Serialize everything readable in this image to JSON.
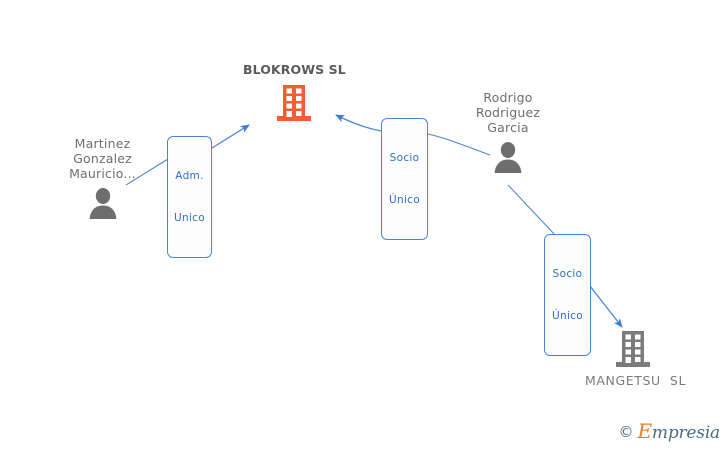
{
  "graph": {
    "title": "Corporate relationship graph",
    "colors": {
      "company_primary": "#f95b32",
      "company_secondary": "#7b7b7b",
      "person": "#6e6e6e",
      "edge": "#4a86d6",
      "label_text": "#2f6fc4",
      "label_border": "#4a86d6",
      "node_text": "#6e6e6e",
      "watermark_orange": "#ef7d22",
      "watermark_blue": "#4c6b80"
    },
    "nodes": [
      {
        "id": "blokrows",
        "type": "company",
        "icon": "building-icon",
        "label": "BLOKROWS SL",
        "label_position": "above",
        "color": "#f95b32"
      },
      {
        "id": "martinez",
        "type": "person",
        "icon": "person-icon",
        "label_line1": "Martinez",
        "label_line2": "Gonzalez",
        "label_line3": "Mauricio...",
        "label_position": "above",
        "color": "#6e6e6e"
      },
      {
        "id": "rodrigo",
        "type": "person",
        "icon": "person-icon",
        "label_line1": "Rodrigo",
        "label_line2": "Rodriguez",
        "label_line3": "Garcia",
        "label_position": "above",
        "color": "#6e6e6e"
      },
      {
        "id": "mangetsu",
        "type": "company",
        "icon": "building-icon",
        "label": "MANGETSU  SL",
        "label_position": "below",
        "color": "#7b7b7b"
      }
    ],
    "edges": [
      {
        "id": "edge-martinez-blokrows",
        "from": "martinez",
        "to": "blokrows",
        "label_line1": "Adm.",
        "label_line2": "Unico"
      },
      {
        "id": "edge-rodrigo-blokrows",
        "from": "rodrigo",
        "to": "blokrows",
        "label_line1": "Socio",
        "label_line2": "Único"
      },
      {
        "id": "edge-rodrigo-mangetsu",
        "from": "rodrigo",
        "to": "mangetsu",
        "label_line1": "Socio",
        "label_line2": "Único"
      }
    ]
  },
  "watermark": {
    "copyright": "©",
    "brand_first_letter": "E",
    "brand_rest": "mpresia"
  }
}
